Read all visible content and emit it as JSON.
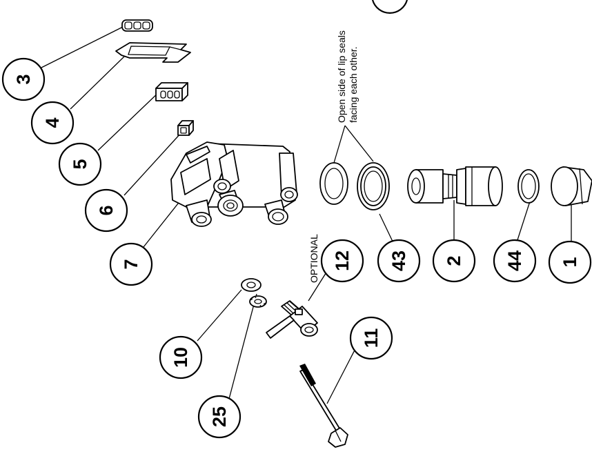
{
  "callouts": [
    "3",
    "4",
    "5",
    "6",
    "7",
    "12",
    "43",
    "2",
    "44",
    "1",
    "10",
    "25",
    "11"
  ],
  "optional_label": "OPTIONAL",
  "lip_seal_note": {
    "line1": "Open side of lip seals",
    "line2": "facing each other."
  },
  "colors": {
    "ink": "#000000",
    "paper": "#ffffff"
  }
}
